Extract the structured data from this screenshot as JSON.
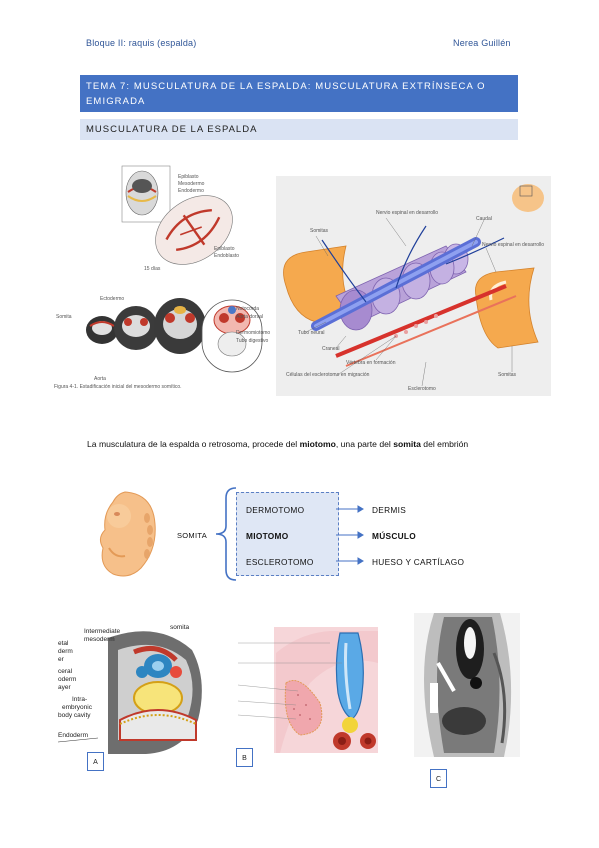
{
  "header": {
    "left": "Bloque II: raquis (espalda)",
    "right": "Nerea Guillén"
  },
  "title": "TEMA 7: MUSCULATURA DE LA ESPALDA: MUSCULATURA EXTRÍNSECA O EMIGRADA",
  "subtitle": "MUSCULATURA DE LA ESPALDA",
  "fig1": {
    "labels": [
      "Epiblasto",
      "Mesodermo",
      "Endodermo",
      "Epiblasto",
      "Endoblasto",
      "15 días"
    ],
    "labels2": [
      "Ectodermo",
      "Somita",
      "Notocorda",
      "Aorta dorsal",
      "Tubo digestivo",
      "Dermomiotomo",
      "Aorta"
    ],
    "caption": "Figura 4-1. Estadificación inicial del mesodermo somítico."
  },
  "fig2": {
    "labels": [
      "Nervio espinal en desarrollo",
      "Caudal",
      "Somitas",
      "Nervio espinal en desarrollo",
      "Tubo neural",
      "Craneal",
      "Vértebra en formación",
      "Células del esclerotomo en migración",
      "Esclerotomo",
      "Somitas"
    ]
  },
  "body": {
    "p1": "La musculatura de la espalda o retrosoma, procede del ",
    "b1": "miotomo",
    "p2": ", una parte del ",
    "b2": "somita",
    "p3": " del embrión"
  },
  "scheme": {
    "somita": "SOMITA",
    "left": [
      "DERMOTOMO",
      "MIOTOMO",
      "ESCLEROTOMO"
    ],
    "right": [
      "DERMIS",
      "MÚSCULO",
      "HUESO Y CARTÍLAGO"
    ]
  },
  "figA": {
    "labels": [
      "Intermediate mesoderm",
      "somita",
      "etal",
      "derm",
      "er",
      "ceral",
      "oderm",
      "ayer",
      "Intra-",
      "embryonic",
      "body cavity",
      "Endoderm"
    ],
    "letter": "A"
  },
  "figB": {
    "letter": "B"
  },
  "figC": {
    "letter": "C"
  },
  "colors": {
    "accent": "#4472c4",
    "light": "#dae3f3",
    "header_text": "#2f5597"
  }
}
